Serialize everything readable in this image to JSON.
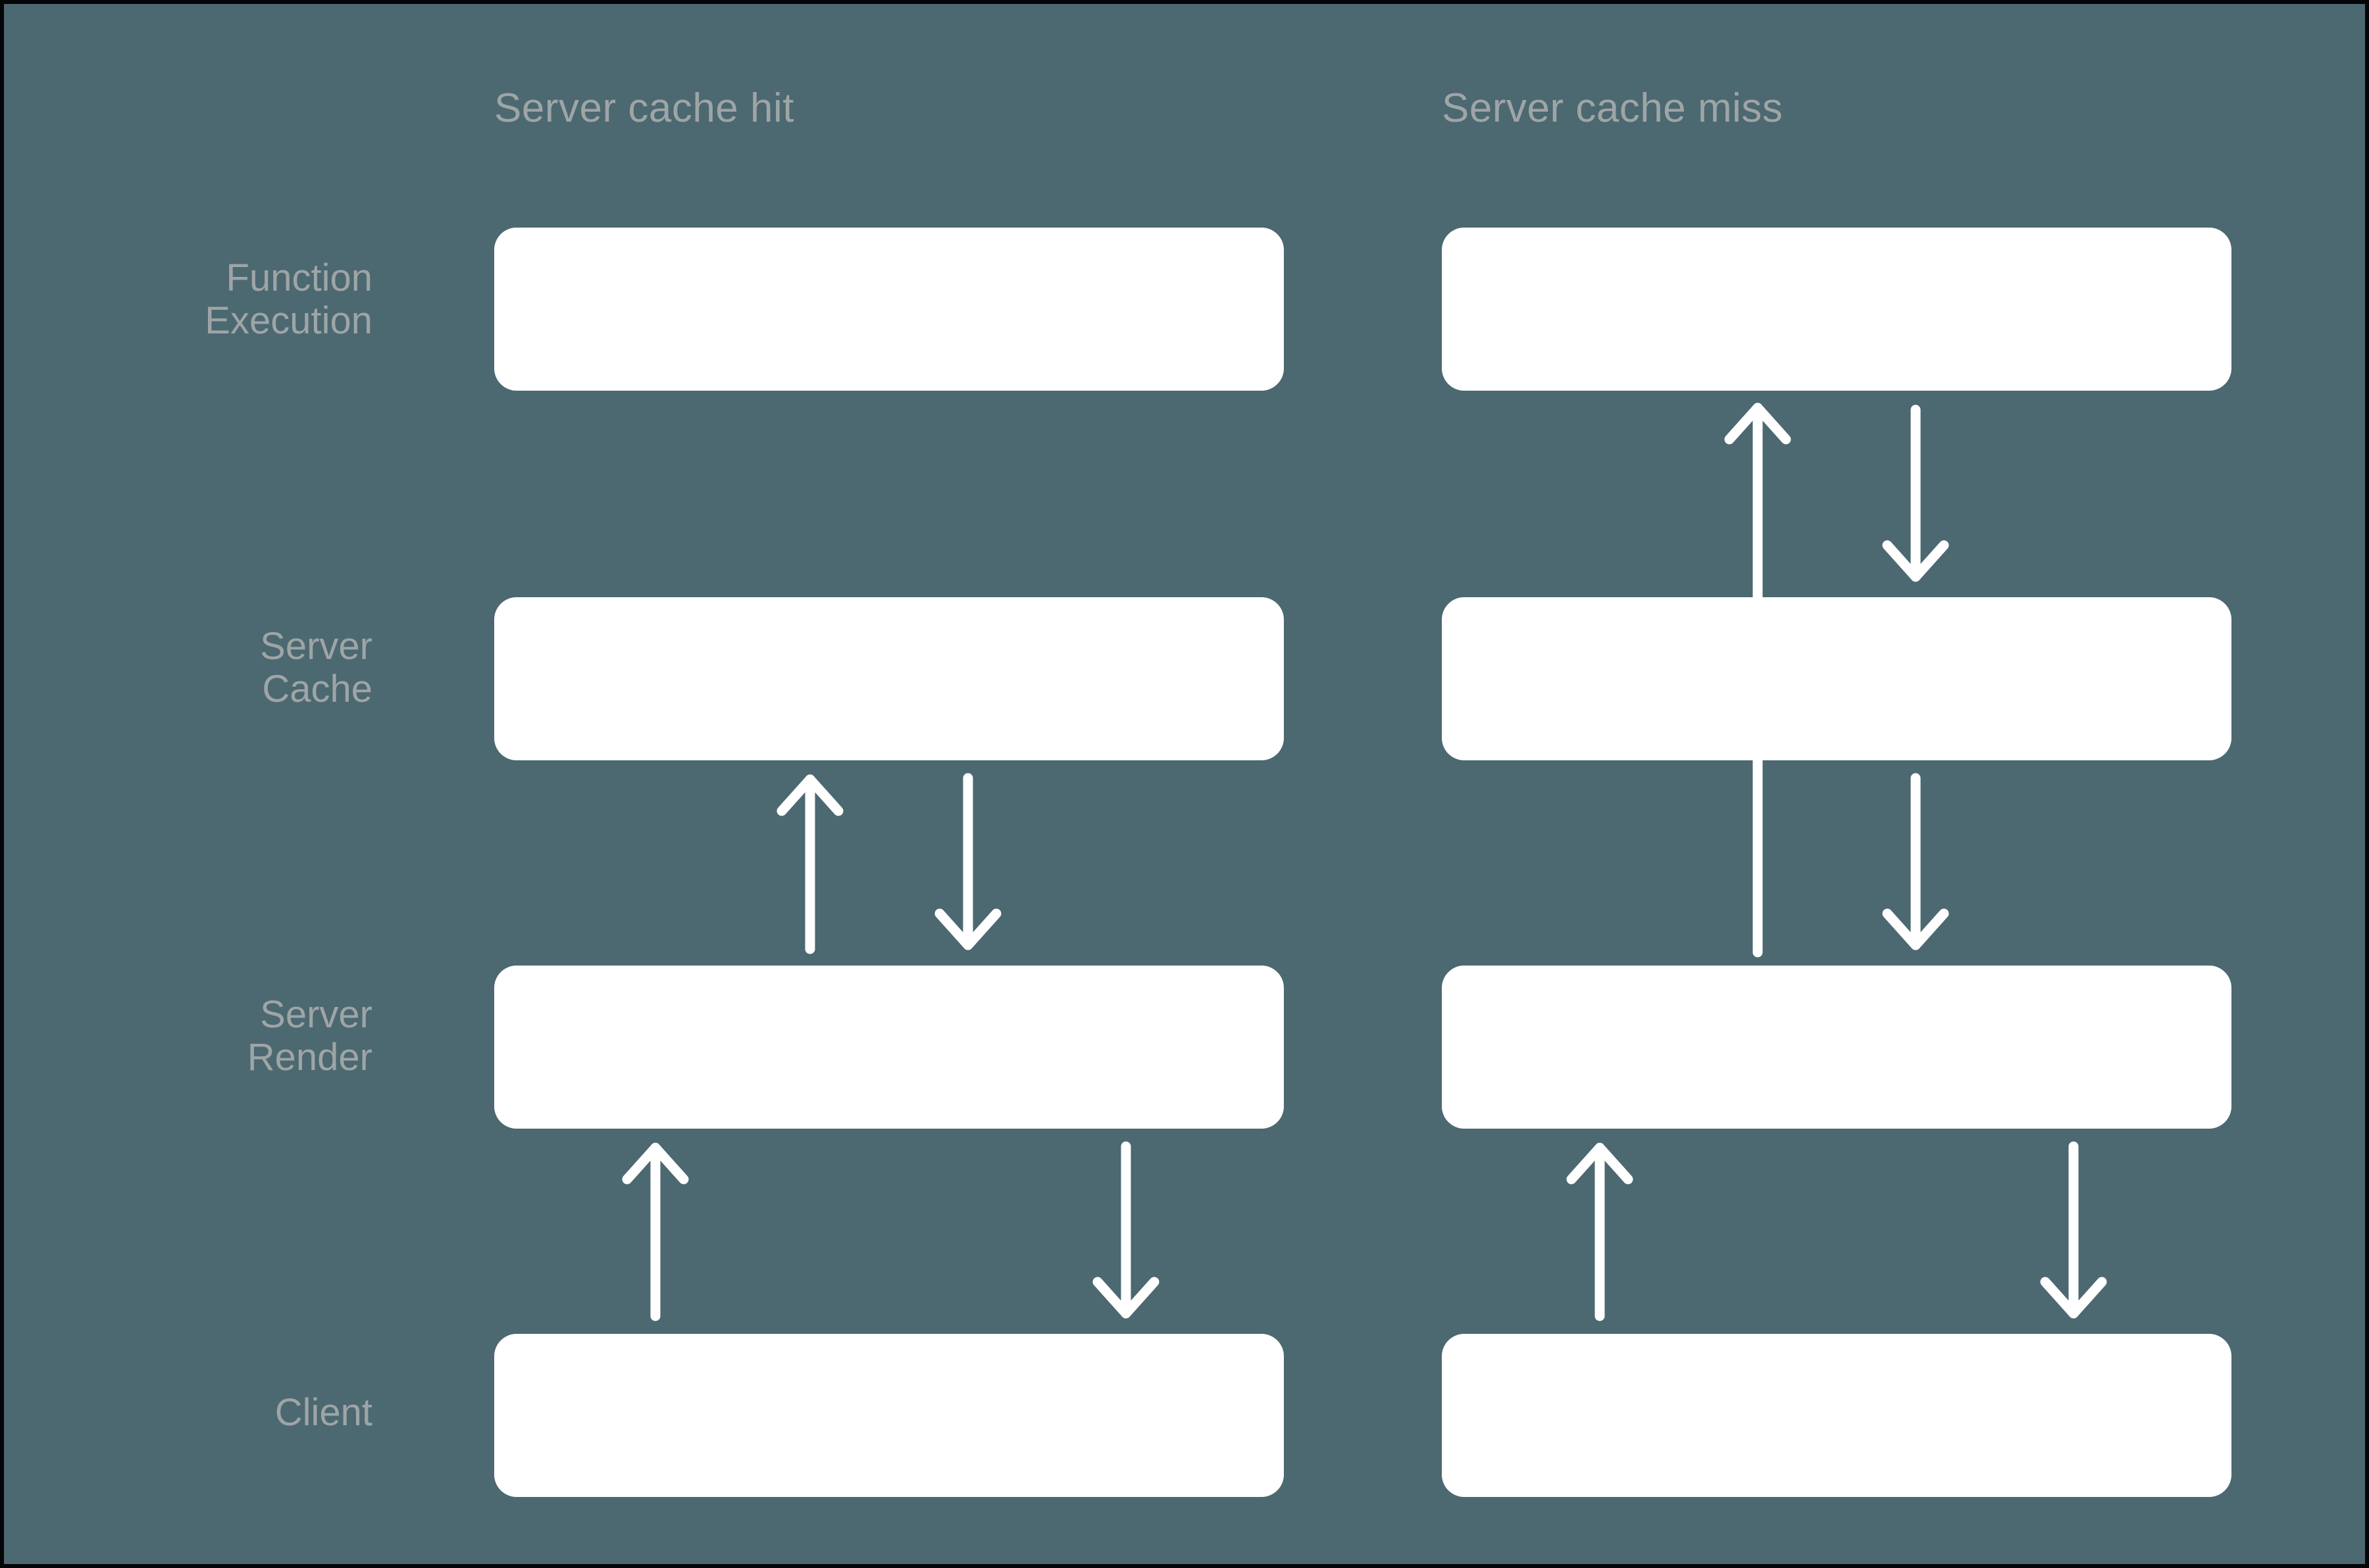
{
  "diagram": {
    "title_implied": "Server cache hit vs Server cache miss request flow",
    "background_color": "#4C6870",
    "box_color": "#FFFFFF",
    "label_color": "#9EA5A6",
    "arrow_color": "#FFFFFF",
    "columns": [
      {
        "id": "hit",
        "label": "Server cache hit"
      },
      {
        "id": "miss",
        "label": "Server cache miss"
      }
    ],
    "rows": [
      {
        "id": "function-execution",
        "label": "Function\nExecution"
      },
      {
        "id": "server-cache",
        "label": "Server\nCache"
      },
      {
        "id": "server-render",
        "label": "Server\nRender"
      },
      {
        "id": "client",
        "label": "Client"
      }
    ],
    "nodes": [
      {
        "column": "hit",
        "row": "function-execution"
      },
      {
        "column": "hit",
        "row": "server-cache"
      },
      {
        "column": "hit",
        "row": "server-render"
      },
      {
        "column": "hit",
        "row": "client"
      },
      {
        "column": "miss",
        "row": "function-execution"
      },
      {
        "column": "miss",
        "row": "server-cache"
      },
      {
        "column": "miss",
        "row": "server-render"
      },
      {
        "column": "miss",
        "row": "client"
      }
    ],
    "flows": [
      {
        "column": "hit",
        "from": "server-render",
        "to": "server-cache",
        "direction": "up"
      },
      {
        "column": "hit",
        "from": "server-cache",
        "to": "server-render",
        "direction": "down"
      },
      {
        "column": "hit",
        "from": "client",
        "to": "server-render",
        "direction": "up"
      },
      {
        "column": "hit",
        "from": "server-render",
        "to": "client",
        "direction": "down"
      },
      {
        "column": "miss",
        "from": "server-render",
        "to": "function-execution",
        "direction": "up"
      },
      {
        "column": "miss",
        "from": "function-execution",
        "to": "server-cache",
        "direction": "down"
      },
      {
        "column": "miss",
        "from": "server-cache",
        "to": "server-render",
        "direction": "down"
      },
      {
        "column": "miss",
        "from": "client",
        "to": "server-render",
        "direction": "up"
      },
      {
        "column": "miss",
        "from": "server-render",
        "to": "client",
        "direction": "down"
      }
    ]
  }
}
